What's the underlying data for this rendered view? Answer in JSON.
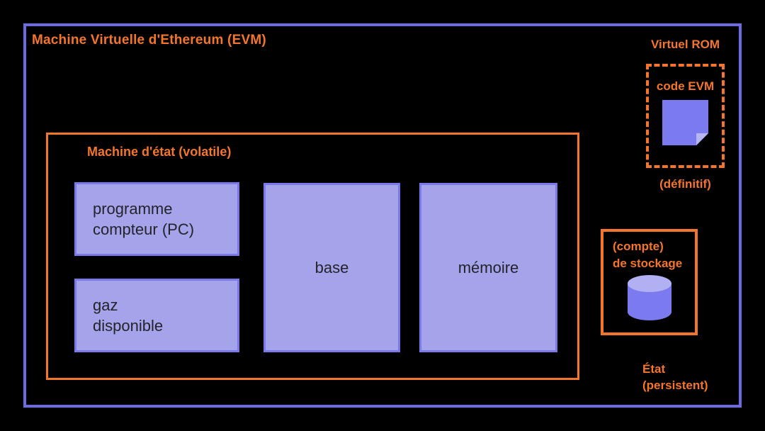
{
  "colors": {
    "background": "#000000",
    "evm_border": "#6c6be2",
    "accent_orange": "#f4752c",
    "box_fill": "#a5a4ea",
    "box_border": "#7a79ea",
    "box_text": "#23232c",
    "note_fill": "#7b7aee",
    "note_fold": "#b7b6f4",
    "cylinder_body": "#7b7aee",
    "cylinder_top": "#b1b0f2"
  },
  "evm": {
    "title": "Machine Virtuelle d'Ethereum (EVM)"
  },
  "state_machine": {
    "title": "Machine d'état (volatile)",
    "program_counter": {
      "line1": "programme",
      "line2": "compteur (PC)"
    },
    "gas": {
      "line1": "gaz",
      "line2": "disponible"
    },
    "stack": {
      "label": "base"
    },
    "memory": {
      "label": "mémoire"
    }
  },
  "rom": {
    "title": "Virtuel ROM",
    "box_label": "code EVM",
    "icon": "sticky-note-icon",
    "caption": "(définitif)"
  },
  "storage": {
    "line1": "(compte)",
    "line2": "de stockage",
    "icon": "database-cylinder-icon"
  },
  "persistent_state": {
    "line1": "État",
    "line2": "(persistent)"
  }
}
